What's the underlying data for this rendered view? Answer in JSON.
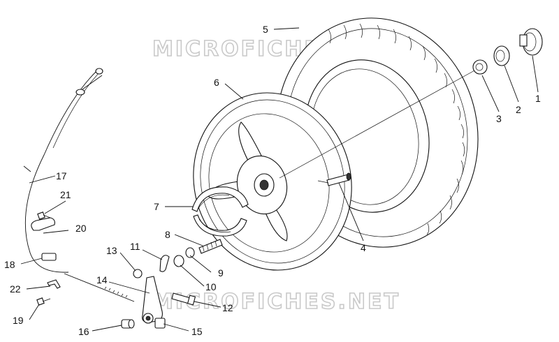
{
  "watermark": {
    "top": "MICROFICHES.NET",
    "bottom": "MICROFICHES.NET"
  },
  "labels": {
    "l1": "1",
    "l2": "2",
    "l3": "3",
    "l4": "4",
    "l5": "5",
    "l6": "6",
    "l7": "7",
    "l8": "8",
    "l9": "9",
    "l10": "10",
    "l11": "11",
    "l12": "12",
    "l13": "13",
    "l14": "14",
    "l15": "15",
    "l16": "16",
    "l17": "17",
    "l18": "18",
    "l19": "19",
    "l20": "20",
    "l21": "21",
    "l22": "22"
  },
  "icons": [
    "tyre-icon",
    "rim-icon",
    "brake-shoe-icon",
    "cable-icon",
    "valve-icon",
    "bearing-icon",
    "cap-icon"
  ]
}
